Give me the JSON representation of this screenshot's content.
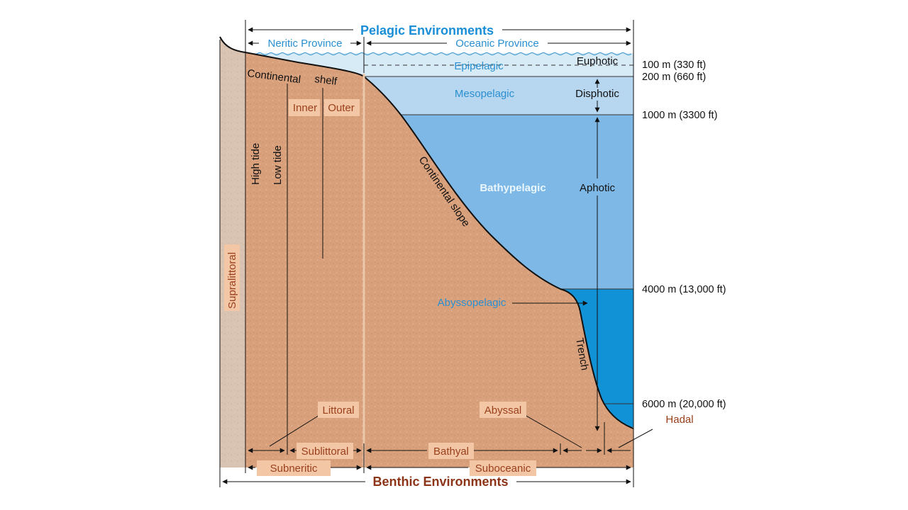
{
  "title_pelagic": "Pelagic Environments",
  "title_benthic": "Benthic Environments",
  "provinces": {
    "neritic": "Neritic Province",
    "oceanic": "Oceanic Province"
  },
  "pelagic_zones": {
    "epipelagic": "Epipelagic",
    "mesopelagic": "Mesopelagic",
    "bathypelagic": "Bathypelagic",
    "abyssopelagic": "Abyssopelagic"
  },
  "light_zones": {
    "euphotic": "Euphotic",
    "disphotic": "Disphotic",
    "aphotic": "Aphotic"
  },
  "depths": {
    "d100": "100 m (330 ft)",
    "d200": "200 m (660 ft)",
    "d1000": "1000 m (3300 ft)",
    "d4000": "4000 m (13,000 ft)",
    "d6000": "6000 m (20,000 ft)"
  },
  "features": {
    "continental": "Continental",
    "shelf": "shelf",
    "continental_slope": "Continental slope",
    "trench": "Trench",
    "inner": "Inner",
    "outer": "Outer",
    "high_tide": "High tide",
    "low_tide": "Low tide"
  },
  "benthic_zones": {
    "supralittoral": "Supralittoral",
    "littoral": "Littoral",
    "sublittoral": "Sublittoral",
    "subneritic": "Subneritic",
    "bathyal": "Bathyal",
    "abyssal": "Abyssal",
    "hadal": "Hadal",
    "suboceanic": "Suboceanic"
  },
  "colors": {
    "sediment": "#d9a07c",
    "supralittoral_band": "#d9c4b4",
    "epipelagic_water": "#d7ebf7",
    "mesopelagic_water": "#b7d7f0",
    "bathypelagic_water": "#7db8e6",
    "abyssopelagic_water": "#1192d6",
    "pelagic_title": "#1a8ed6",
    "benthic_title": "#8b3417"
  }
}
